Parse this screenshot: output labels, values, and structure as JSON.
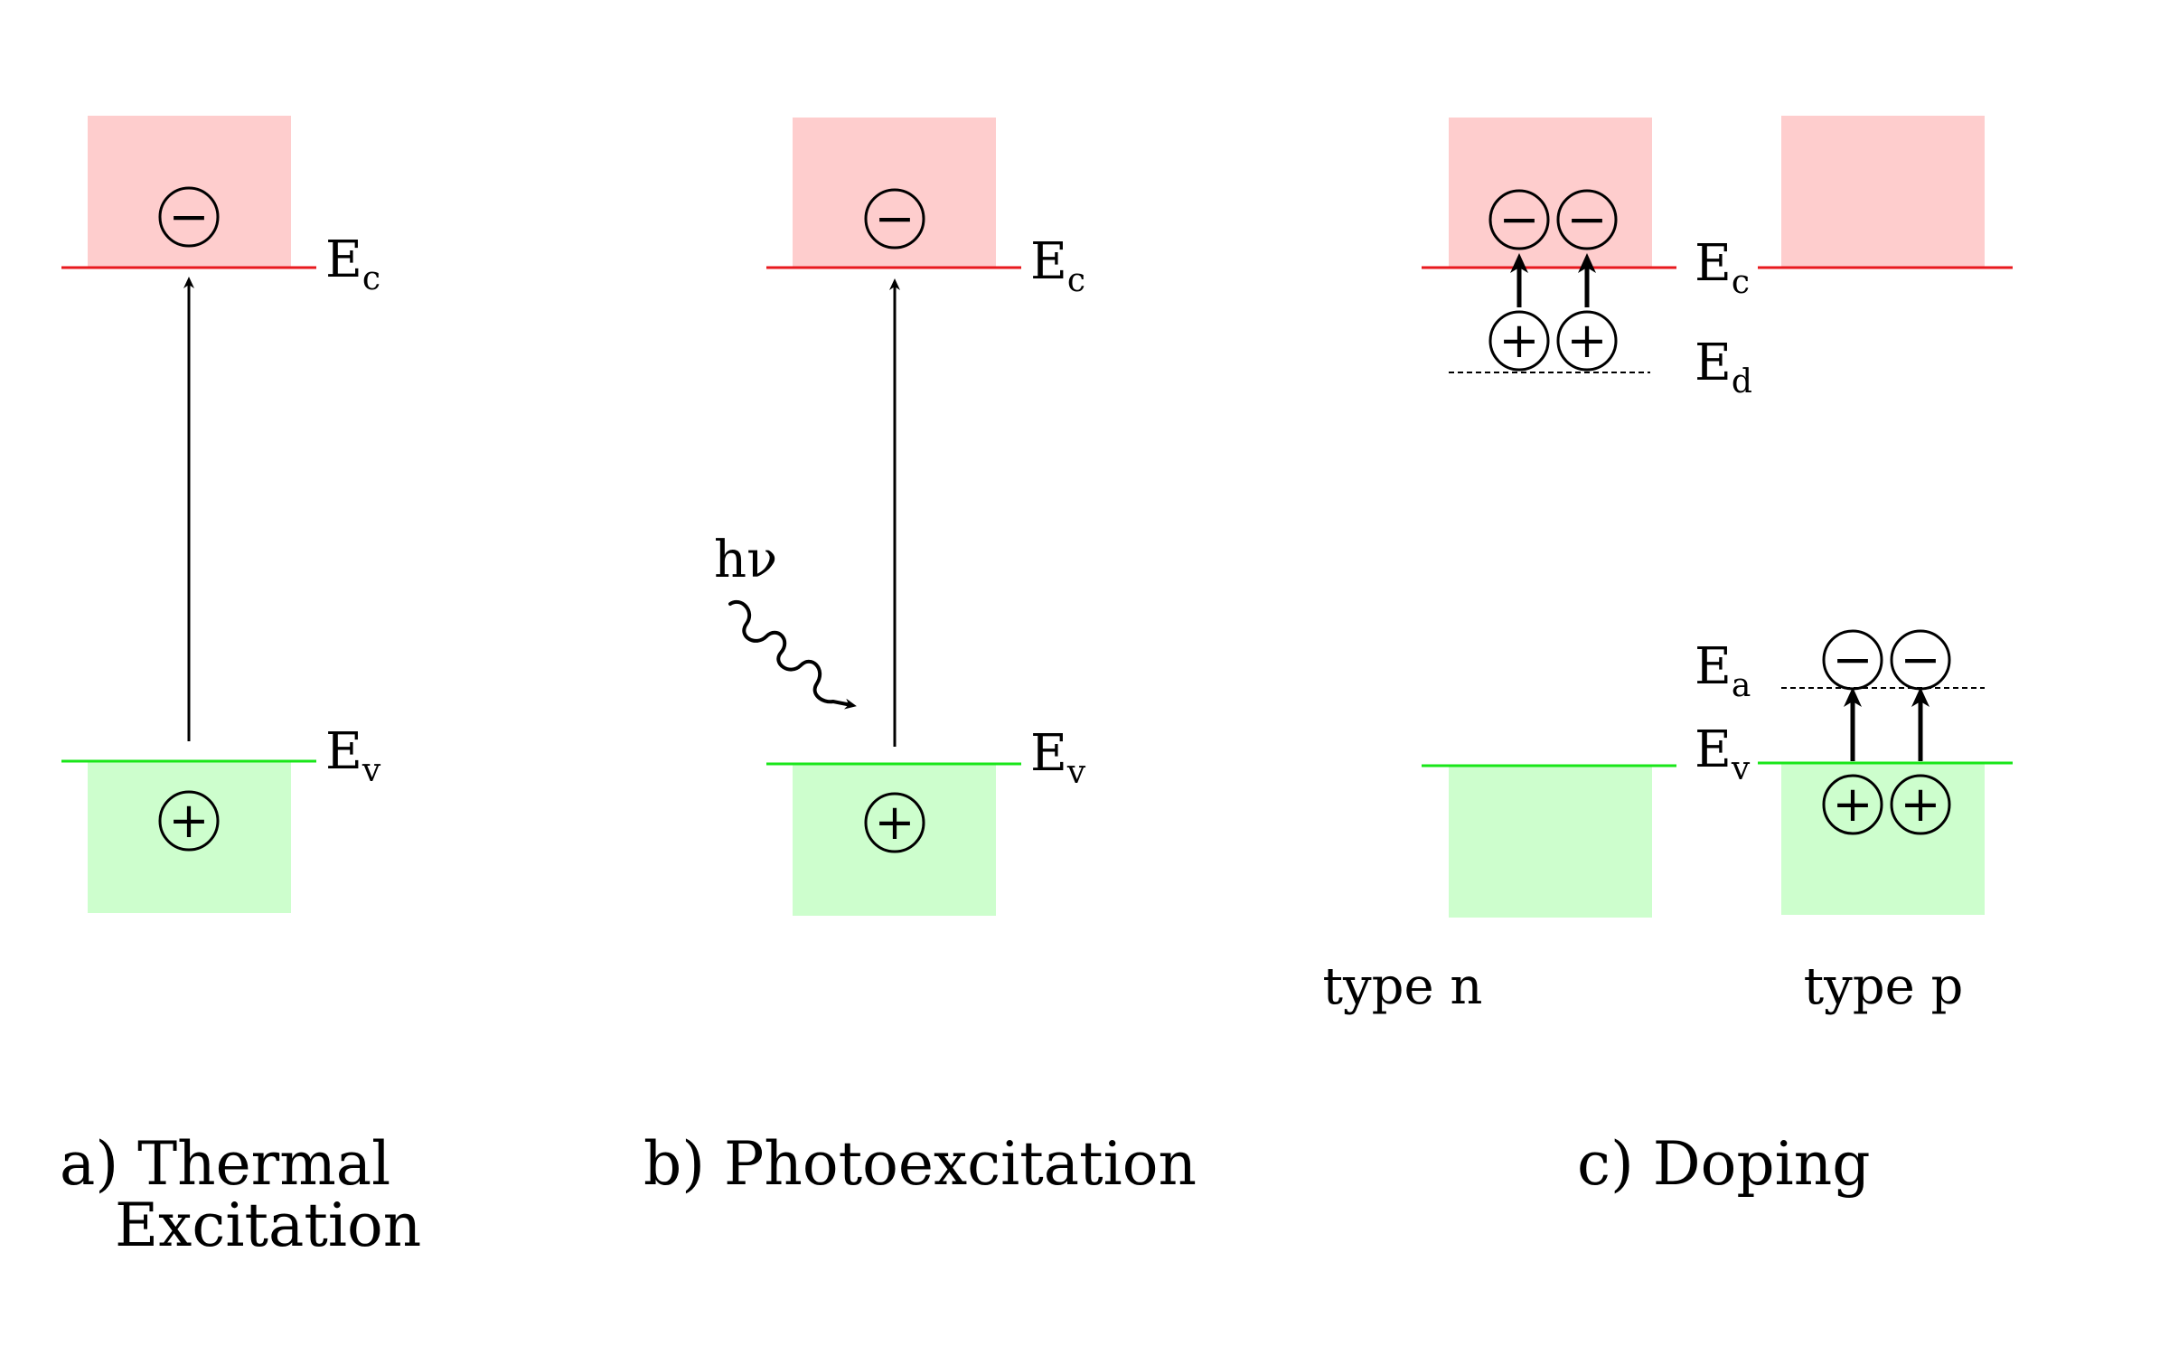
{
  "colors": {
    "conduction_fill": "#fecdcd",
    "conduction_line": "#e8191e",
    "valence_fill": "#cdfecd",
    "valence_line": "#19e619",
    "ink": "#000000"
  },
  "symbols": {
    "electron": "−",
    "hole": "+"
  },
  "labels": {
    "ec_main": "E",
    "ec_sub": "c",
    "ev_main": "E",
    "ev_sub": "v",
    "ed_main": "E",
    "ed_sub": "d",
    "ea_main": "E",
    "ea_sub": "a",
    "photon": "hν"
  },
  "panels": {
    "a": {
      "caption_line1": "a) Thermal",
      "caption_line2": "Excitation"
    },
    "b": {
      "caption": "b) Photoexcitation"
    },
    "c": {
      "caption": "c) Doping",
      "type_n": "type n",
      "type_p": "type p"
    }
  },
  "icons": {
    "electron_icon": "minus-in-circle",
    "hole_icon": "plus-in-circle",
    "photon_icon": "wavy-arrow"
  }
}
